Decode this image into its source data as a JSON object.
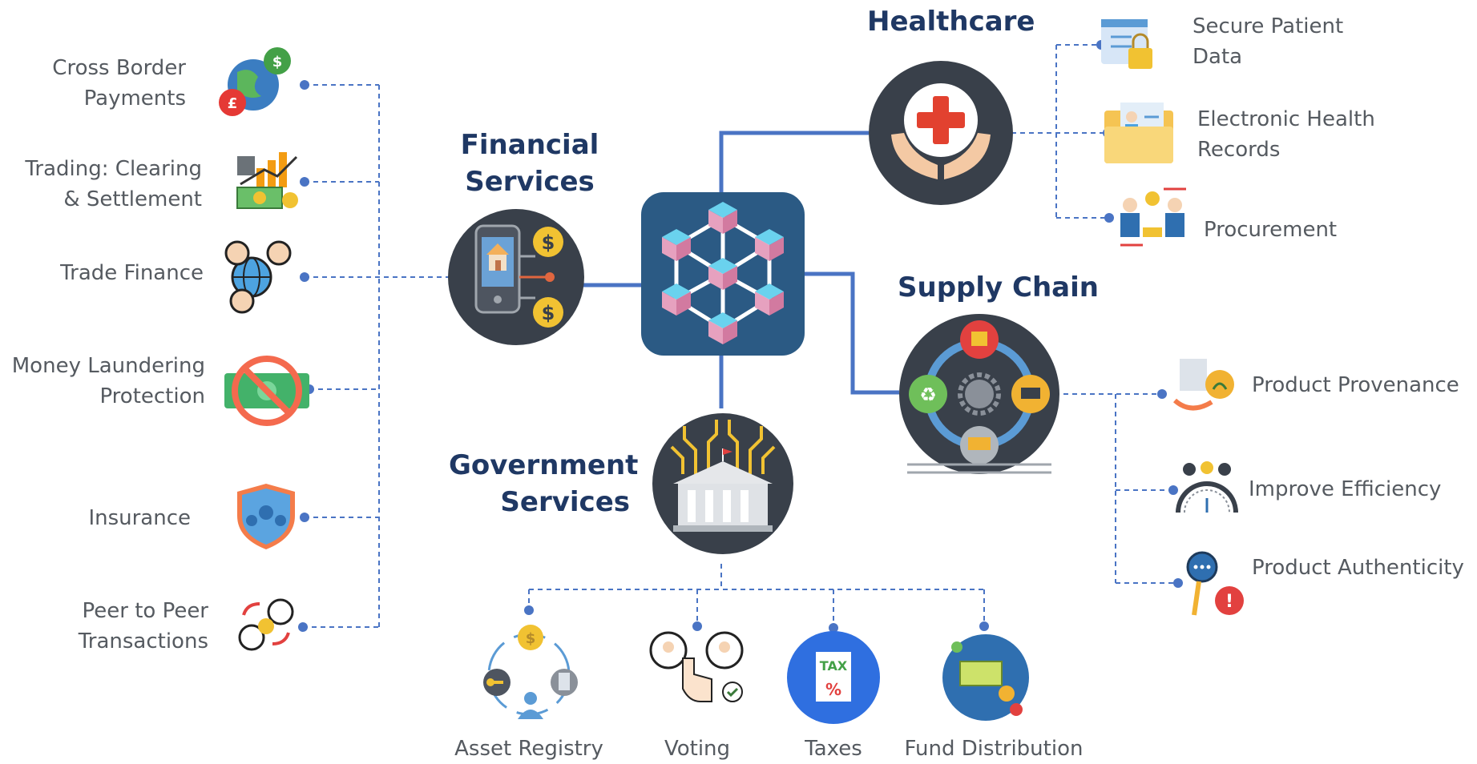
{
  "colors": {
    "hub_bg": "#2b5a84",
    "cube_top": "#5fc7e6",
    "cube_side": "#e89ab8",
    "connector": "#4a74c4",
    "dashed": "#4a74c4",
    "sector_text": "#1f3864",
    "label_text": "#555a60",
    "dark_circle": "#39404a"
  },
  "center": {
    "icon": "blockchain-network-icon"
  },
  "sectors": {
    "financial": {
      "title_1": "Financial",
      "title_2": "Services",
      "icon": "mobile-banking-icon",
      "items": [
        {
          "line1": "Cross Border",
          "line2": "Payments",
          "icon": "currency-globe-icon"
        },
        {
          "line1": "Trading: Clearing",
          "line2": "& Settlement",
          "icon": "trading-chart-money-icon"
        },
        {
          "line1": "Trade Finance",
          "line2": "",
          "icon": "global-trade-icon"
        },
        {
          "line1": "Money Laundering",
          "line2": "Protection",
          "icon": "no-cash-icon"
        },
        {
          "line1": "Insurance",
          "line2": "",
          "icon": "family-shield-icon"
        },
        {
          "line1": "Peer to Peer",
          "line2": "Transactions",
          "icon": "p2p-exchange-icon"
        }
      ]
    },
    "healthcare": {
      "title": "Healthcare",
      "icon": "hands-medical-cross-icon",
      "items": [
        {
          "line1": "Secure Patient",
          "line2": "Data",
          "icon": "locked-records-icon"
        },
        {
          "line1": "Electronic Health",
          "line2": "Records",
          "icon": "patient-folder-icon"
        },
        {
          "line1": "Procurement",
          "line2": "",
          "icon": "business-deal-icon"
        }
      ]
    },
    "supply_chain": {
      "title": "Supply Chain",
      "icon": "supply-cycle-icon",
      "items": [
        {
          "line1": "Product Provenance",
          "icon": "product-origin-icon"
        },
        {
          "line1": "Improve Efficiency",
          "icon": "efficiency-gauge-icon"
        },
        {
          "line1": "Product Authenticity",
          "icon": "authenticity-check-icon"
        }
      ]
    },
    "government": {
      "title_1": "Government",
      "title_2": "Services",
      "icon": "digital-government-building-icon",
      "items": [
        {
          "label": "Asset Registry",
          "icon": "asset-registry-icon"
        },
        {
          "label": "Voting",
          "icon": "voting-hand-icon"
        },
        {
          "label": "Taxes",
          "icon": "tax-receipt-icon"
        },
        {
          "label": "Fund Distribution",
          "icon": "fund-distribution-icon"
        }
      ]
    }
  }
}
